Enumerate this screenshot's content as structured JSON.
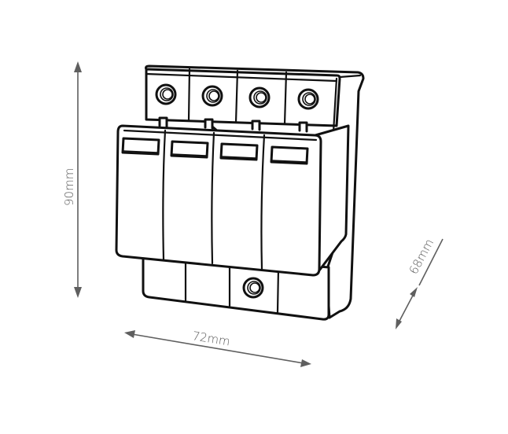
{
  "diagram": {
    "subject": "4-pole DIN-rail surge protection device",
    "poles": 4,
    "colors": {
      "outline": "#111111",
      "dimension": "#5f5f5f",
      "background": "#ffffff"
    },
    "dimensions": {
      "height": {
        "label": "90mm",
        "orientation": "vertical"
      },
      "width": {
        "label": "72mm",
        "orientation": "horizontal-perspective"
      },
      "depth": {
        "label": "68mm",
        "orientation": "diagonal"
      }
    }
  }
}
